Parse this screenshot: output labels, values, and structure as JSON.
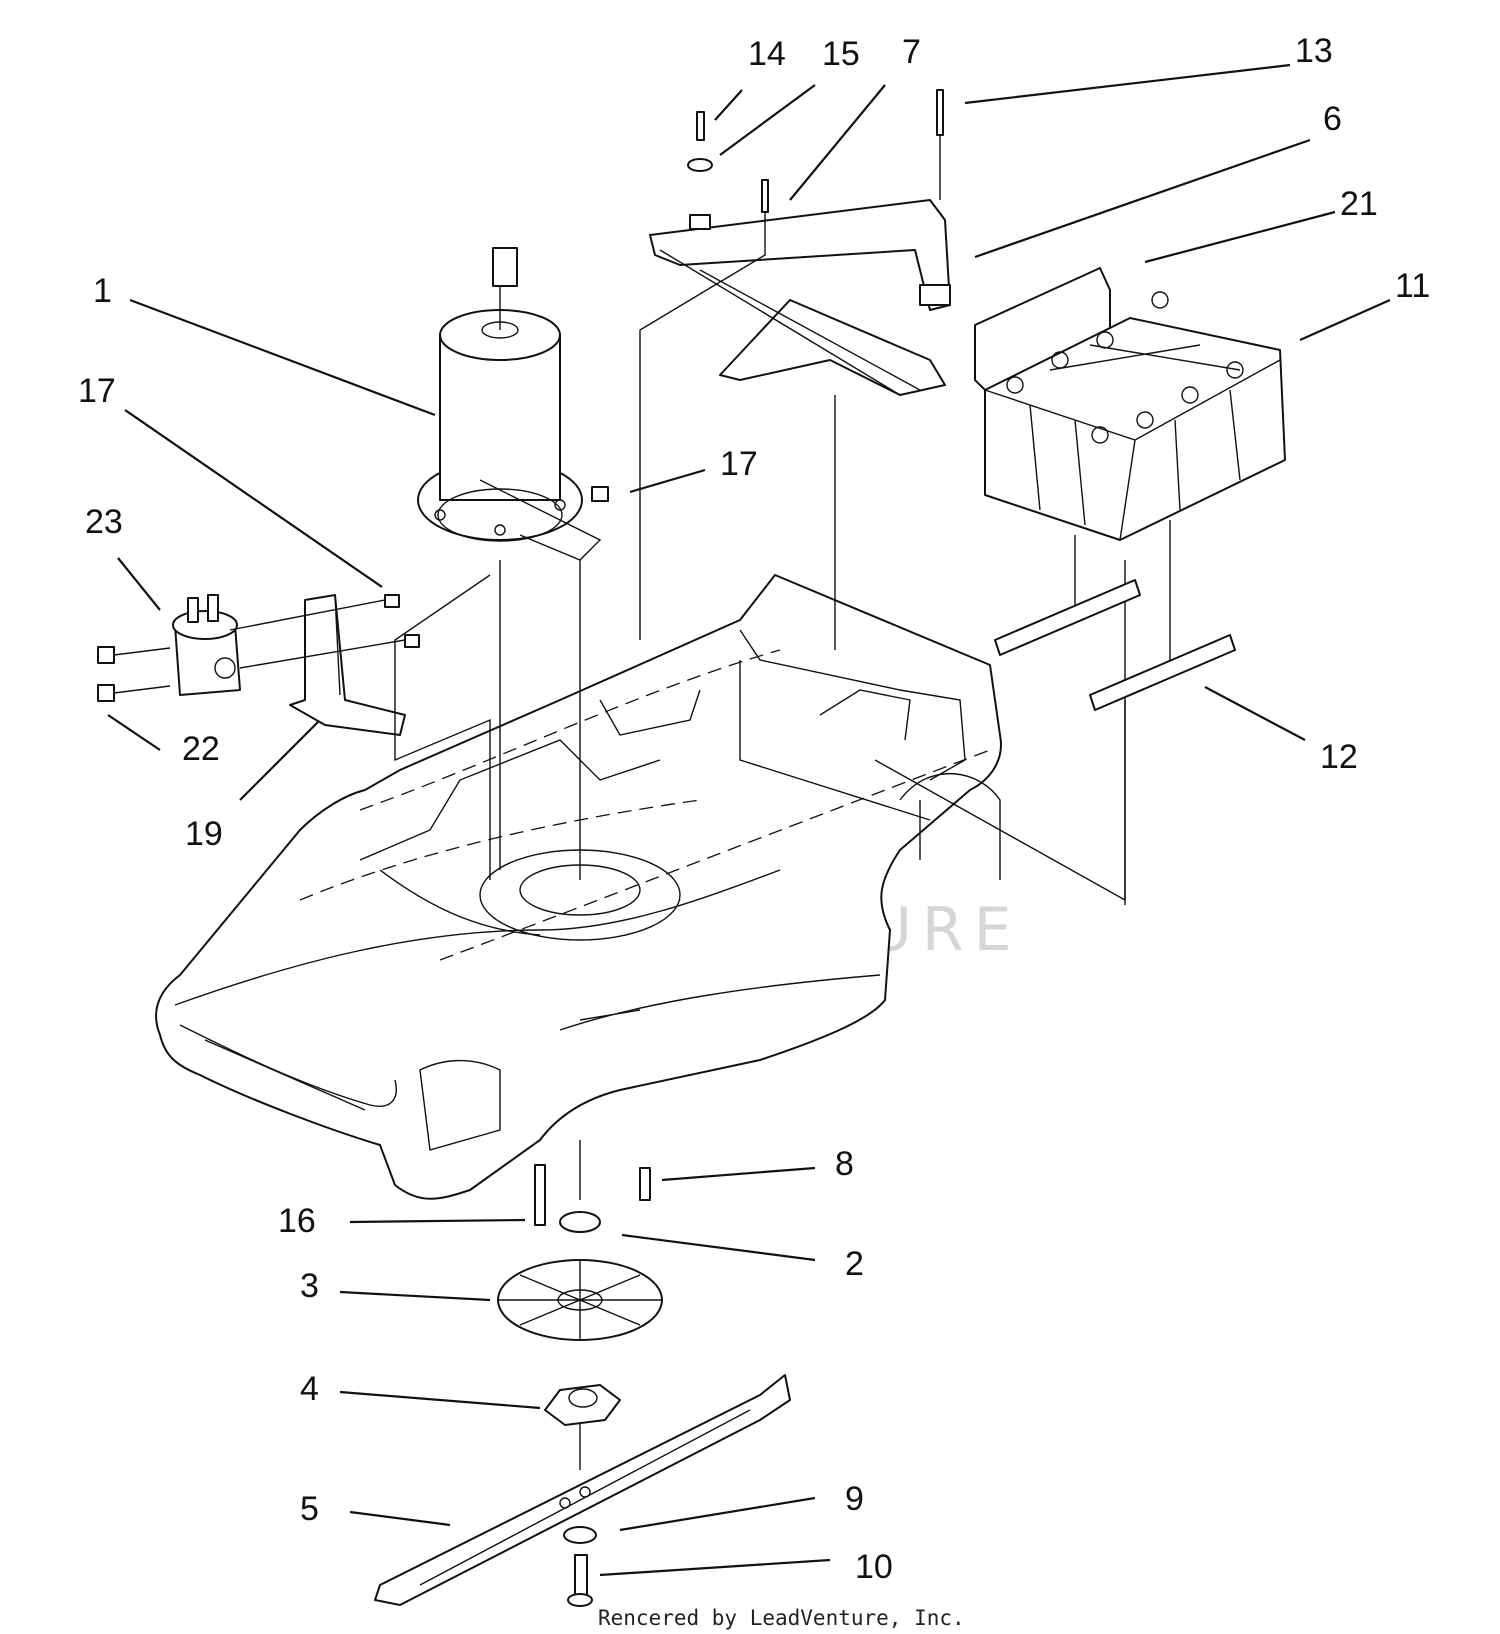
{
  "watermark": "LEADVENTURE",
  "credit": "Rencered by LeadVenture, Inc.",
  "callouts": [
    {
      "id": "c14",
      "label": "14"
    },
    {
      "id": "c15",
      "label": "15"
    },
    {
      "id": "c7",
      "label": "7"
    },
    {
      "id": "c13",
      "label": "13"
    },
    {
      "id": "c6",
      "label": "6"
    },
    {
      "id": "c21",
      "label": "21"
    },
    {
      "id": "c11",
      "label": "11"
    },
    {
      "id": "c1",
      "label": "1"
    },
    {
      "id": "c17a",
      "label": "17"
    },
    {
      "id": "c17b",
      "label": "17"
    },
    {
      "id": "c23",
      "label": "23"
    },
    {
      "id": "c22",
      "label": "22"
    },
    {
      "id": "c19",
      "label": "19"
    },
    {
      "id": "c12",
      "label": "12"
    },
    {
      "id": "c8",
      "label": "8"
    },
    {
      "id": "c16",
      "label": "16"
    },
    {
      "id": "c2",
      "label": "2"
    },
    {
      "id": "c3",
      "label": "3"
    },
    {
      "id": "c4",
      "label": "4"
    },
    {
      "id": "c5",
      "label": "5"
    },
    {
      "id": "c9",
      "label": "9"
    },
    {
      "id": "c10",
      "label": "10"
    }
  ]
}
